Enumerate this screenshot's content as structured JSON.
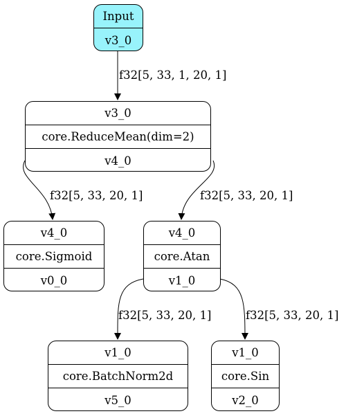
{
  "nodes": {
    "input": {
      "title": "Input",
      "output": "v3_0"
    },
    "reduce_mean": {
      "input": "v3_0",
      "op": "core.ReduceMean(dim=2)",
      "output": "v4_0"
    },
    "sigmoid": {
      "input": "v4_0",
      "op": "core.Sigmoid",
      "output": "v0_0"
    },
    "atan": {
      "input": "v4_0",
      "op": "core.Atan",
      "output": "v1_0"
    },
    "batchnorm": {
      "input": "v1_0",
      "op": "core.BatchNorm2d",
      "output": "v5_0"
    },
    "sin": {
      "input": "v1_0",
      "op": "core.Sin",
      "output": "v2_0"
    }
  },
  "edges": {
    "input_to_reduce": "f32[5, 33, 1, 20, 1]",
    "reduce_to_sigmoid": "f32[5, 33, 20, 1]",
    "reduce_to_atan": "f32[5, 33, 20, 1]",
    "atan_to_batchnorm": "f32[5, 33, 20, 1]",
    "atan_to_sin": "f32[5, 33, 20, 1]"
  }
}
